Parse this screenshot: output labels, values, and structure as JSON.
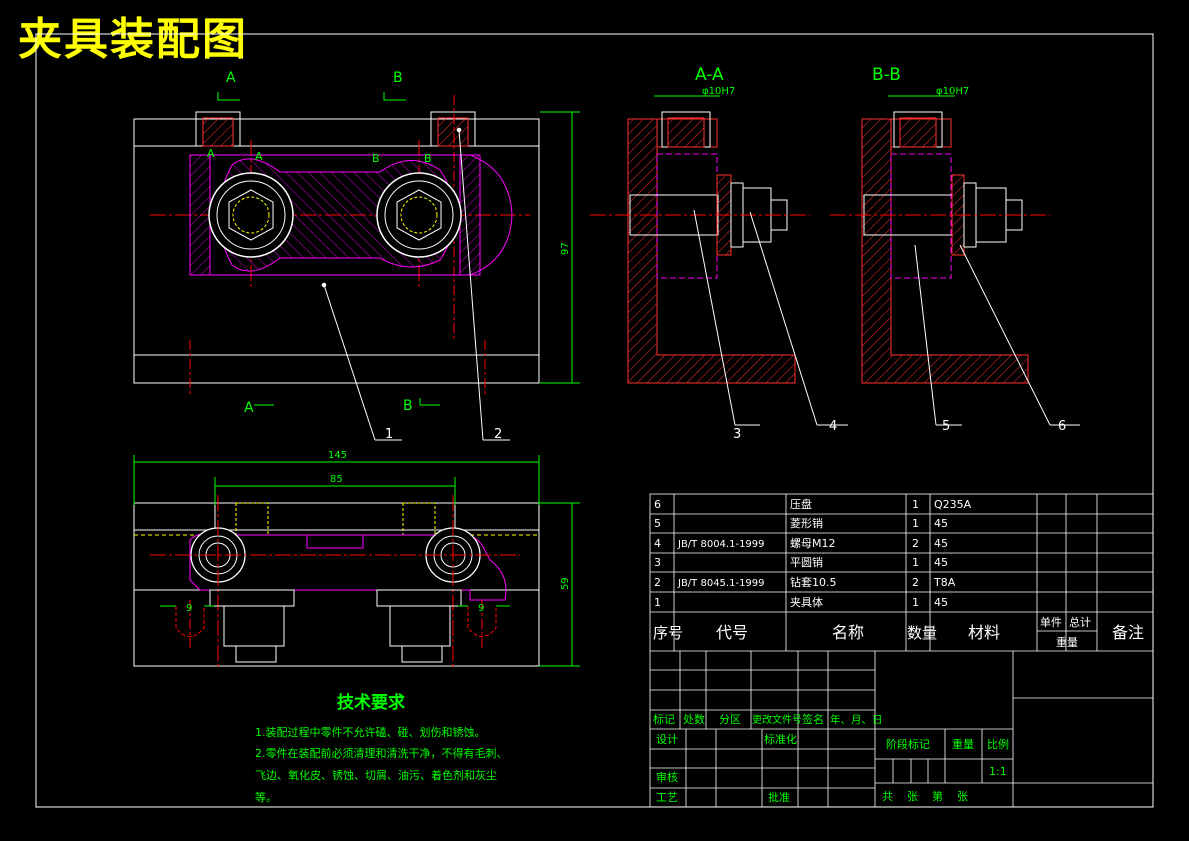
{
  "title": "夹具装配图",
  "section_labels": {
    "a": "A",
    "b": "B",
    "aa": "A-A",
    "bb": "B-B"
  },
  "fit_labels": {
    "aa": "φ10H7",
    "bb": "φ10H7"
  },
  "dimensions": {
    "height_main": "97",
    "width_total": "145",
    "width_inner": "85",
    "height_front": "59",
    "gap_left": "9",
    "gap_right": "9"
  },
  "balloons": [
    "1",
    "2",
    "3",
    "4",
    "5",
    "6"
  ],
  "tech_requirements": {
    "title": "技术要求",
    "lines": [
      "1.装配过程中零件不允许磕、碰、划伤和锈蚀。",
      "2.零件在装配前必须清理和清洗干净，不得有毛刺、",
      "飞边、氧化皮、锈蚀、切屑、油污、着色剂和灰尘",
      "等。"
    ]
  },
  "bom": {
    "rows": [
      {
        "no": "6",
        "code": "",
        "name": "压盘",
        "qty": "1",
        "material": "Q235A"
      },
      {
        "no": "5",
        "code": "",
        "name": "菱形销",
        "qty": "1",
        "material": "45"
      },
      {
        "no": "4",
        "code": "JB/T 8004.1-1999",
        "name": "螺母M12",
        "qty": "2",
        "material": "45"
      },
      {
        "no": "3",
        "code": "",
        "name": "平圆销",
        "qty": "1",
        "material": "45"
      },
      {
        "no": "2",
        "code": "JB/T 8045.1-1999",
        "name": "钻套10.5",
        "qty": "2",
        "material": "T8A"
      },
      {
        "no": "1",
        "code": "",
        "name": "夹具体",
        "qty": "1",
        "material": "45"
      }
    ],
    "header": {
      "no": "序号",
      "code": "代号",
      "name": "名称",
      "qty": "数量",
      "material": "材料",
      "single": "单件",
      "total": "总计",
      "weight": "重量",
      "remark": "备注"
    }
  },
  "title_block": {
    "mark": "标记",
    "count": "处数",
    "zone": "分区",
    "change_doc": "更改文件号",
    "sign": "签名",
    "date": "年、月、日",
    "design": "设计",
    "standard": "标准化",
    "stage_mark": "阶段标记",
    "weight": "重量",
    "scale": "比例",
    "scale_value": "1:1",
    "review": "审核",
    "process": "工艺",
    "approve": "批准",
    "sheets": "共    张    第    张"
  },
  "colors": {
    "outline": "#ffffff",
    "dimension": "#00ff00",
    "part": "#ff00ff",
    "section": "#ff3030",
    "centerline": "#ff0000",
    "title": "#ffff00",
    "hatch": "#ff3030"
  }
}
